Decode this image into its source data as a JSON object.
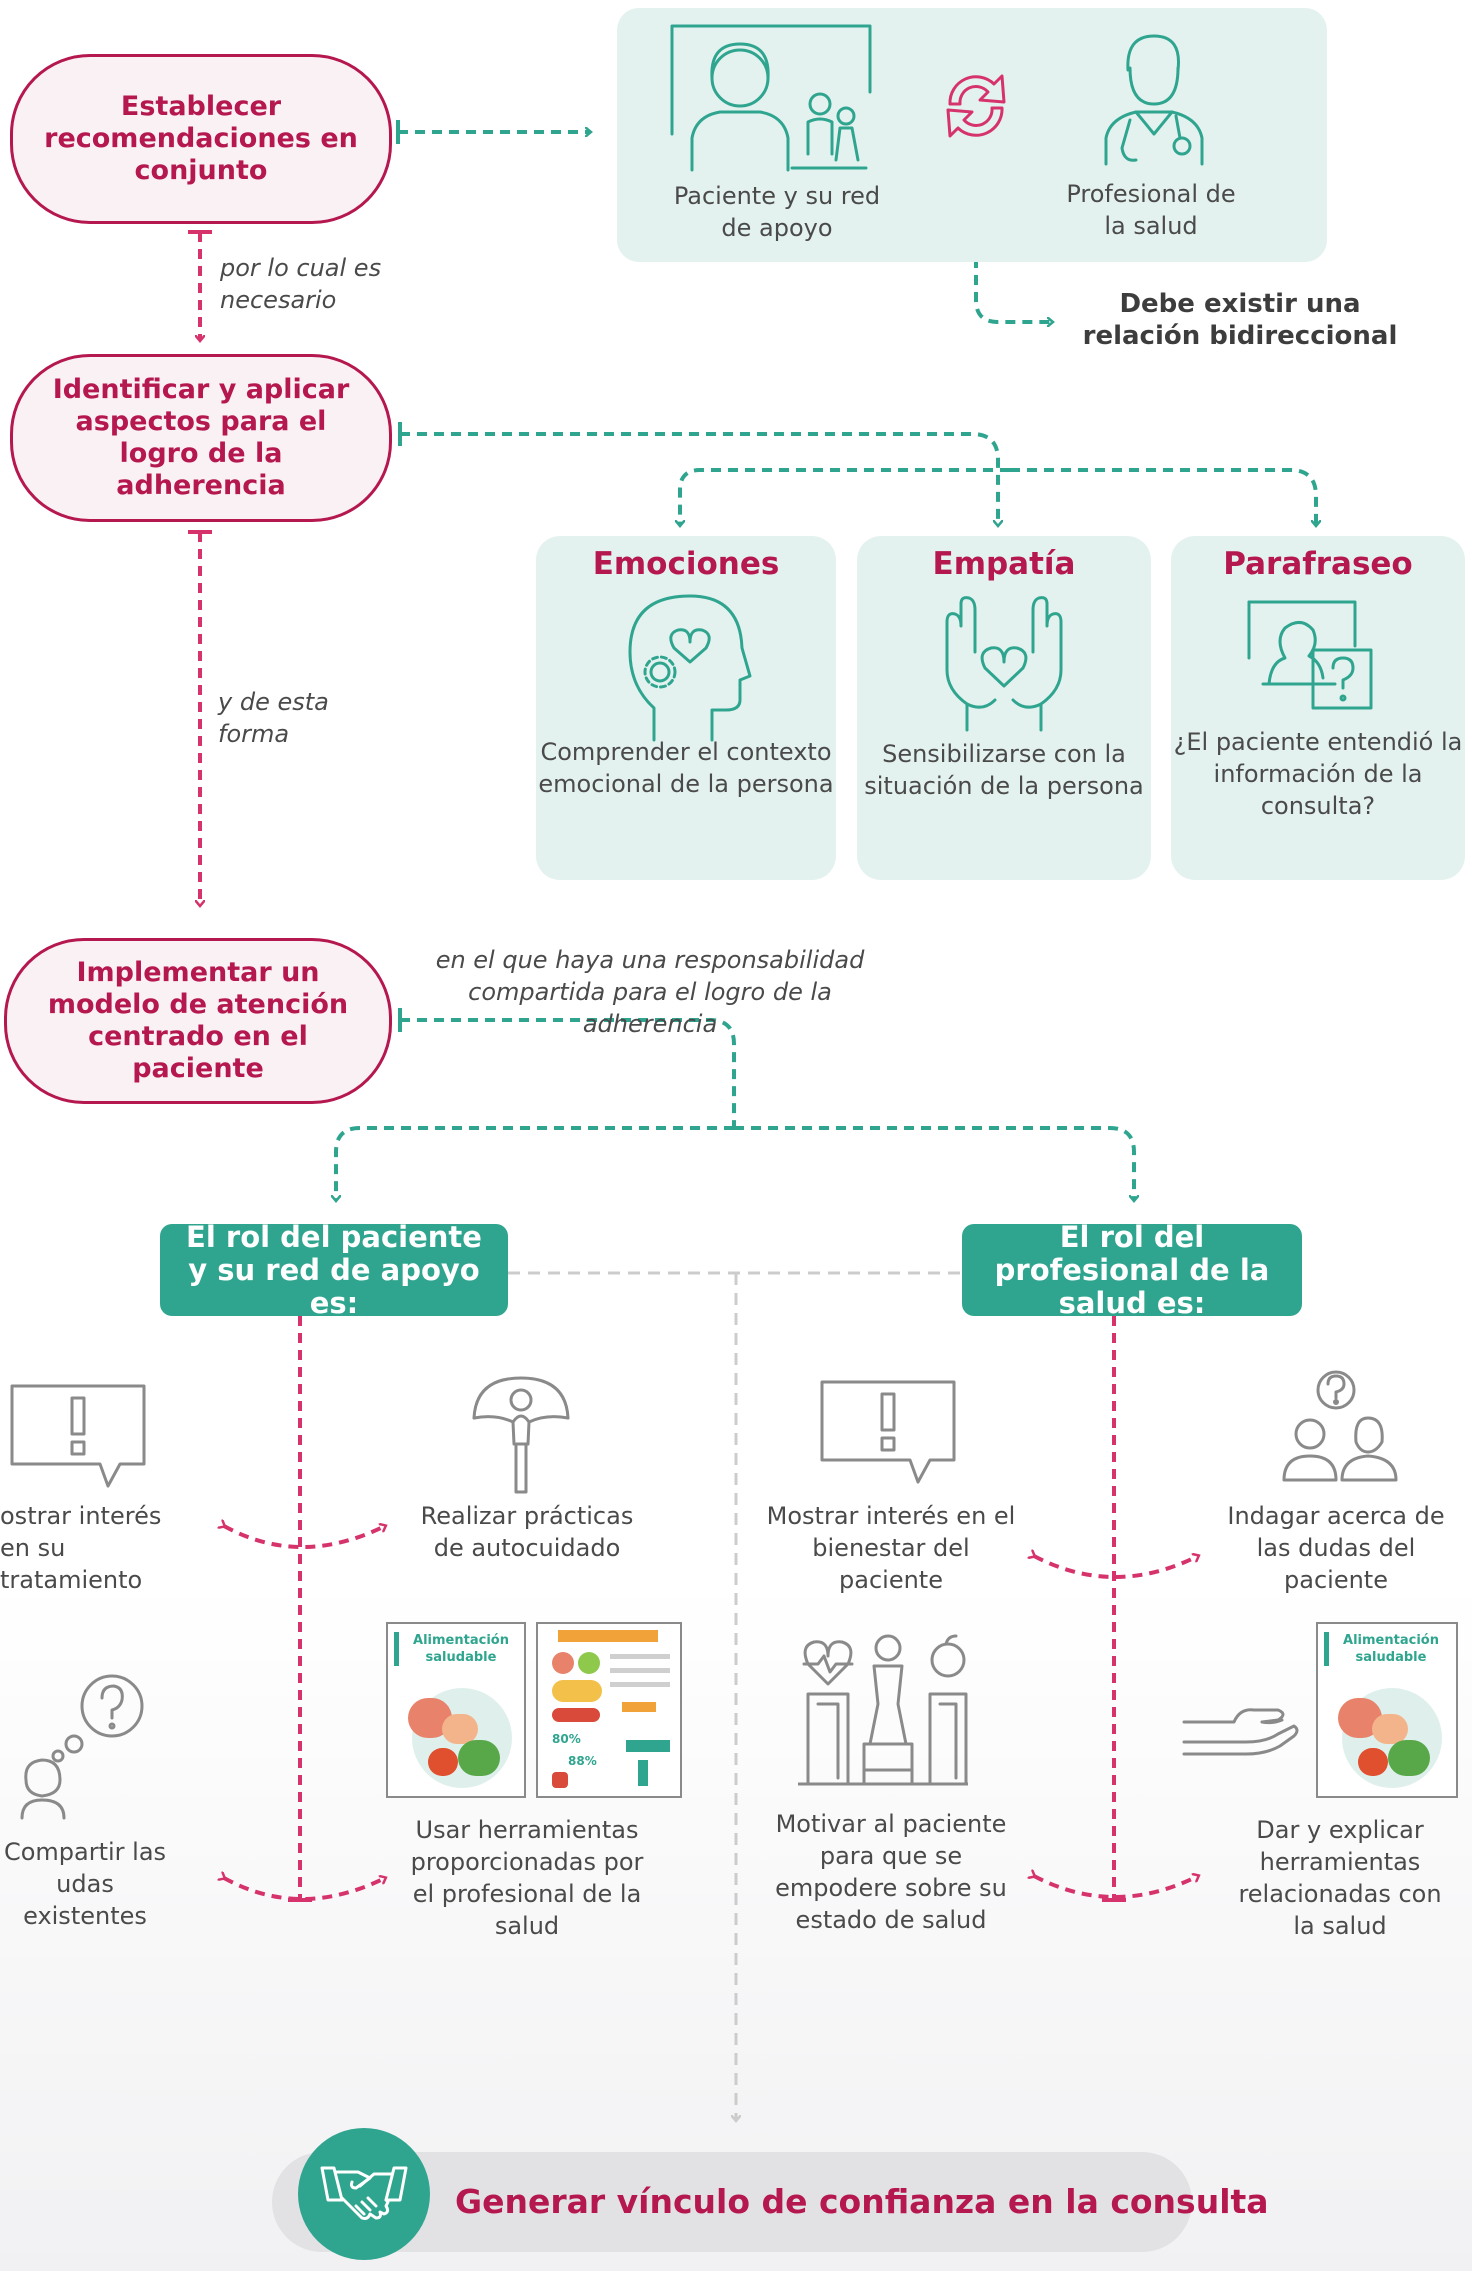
{
  "flow": {
    "step1": "Establecer recomendaciones en conjunto",
    "step2": "Identificar y aplicar aspectos para el logro de la adherencia",
    "step3": "Implementar un modelo de atención centrado en el paciente",
    "connector1": "por lo cual es necesario",
    "connector2": "y de esta forma",
    "connector3": "en el que haya una responsabilidad compartida para el logro de la adherencia"
  },
  "relationship": {
    "patient_label": "Paciente y su red de apoyo",
    "professional_label": "Profesional de la salud",
    "note": "Debe existir una relación bidireccional"
  },
  "aspects": [
    {
      "title": "Emociones",
      "text": "Comprender el contexto emocional de la persona",
      "icon": "head-heart-gear-icon"
    },
    {
      "title": "Empatía",
      "text": "Sensibilizarse con la situación de la persona",
      "icon": "hands-heart-icon"
    },
    {
      "title": "Parafraseo",
      "text": "¿El paciente entendió la información de la consulta?",
      "icon": "question-frame-icon"
    }
  ],
  "roles": {
    "patient_title": "El rol del paciente y su red de apoyo es:",
    "professional_title": "El rol del profesional de la salud es:",
    "patient_items": [
      "ostrar interés en su tratamiento",
      "Realizar prácticas de autocuidado",
      "Compartir las udas existentes",
      "Usar herramientas proporcionadas por el profesional de la salud"
    ],
    "professional_items": [
      "Mostrar interés en el bienestar del paciente",
      "Indagar acerca de las dudas del paciente",
      "Motivar al paciente para que se empodere sobre su estado de salud",
      "Dar y explicar herramientas relacionadas con la salud"
    ],
    "poster_label": "Alimentación saludable",
    "poster_stats": [
      "80%",
      "88%"
    ]
  },
  "final": "Generar vínculo de confianza en la consulta",
  "colors": {
    "magenta": "#b5174f",
    "teal": "#2fa58f",
    "light_teal": "#e4f2ef"
  }
}
